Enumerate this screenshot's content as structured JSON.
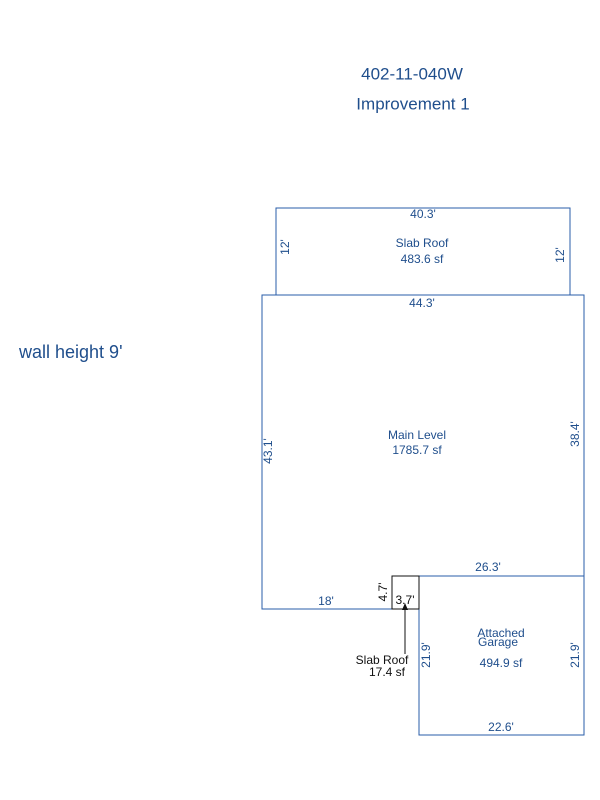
{
  "header": {
    "parcel_id": "402-11-040W",
    "improvement": "Improvement 1"
  },
  "notes": {
    "wall_height": "wall height 9'"
  },
  "areas": {
    "slab_roof_top": {
      "name": "Slab Roof",
      "area": "483.6 sf",
      "top_dim": "40.3'",
      "left_dim": "12'",
      "right_dim": "12'"
    },
    "main_level": {
      "name": "Main Level",
      "area": "1785.7 sf",
      "top_dim": "44.3'",
      "left_dim": "43.1'",
      "right_dim": "38.4'",
      "bottom_dim": "18'"
    },
    "slab_roof_small": {
      "name": "Slab Roof",
      "area": "17.4 sf",
      "height_dim": "4.7'",
      "width_dim": "3.7'"
    },
    "garage": {
      "name_line1": "Attached",
      "name_line2": "Garage",
      "area": "494.9 sf",
      "top_dim": "26.3'",
      "left_dim": "21.9'",
      "right_dim": "21.9'",
      "bottom_dim": "22.6'"
    }
  },
  "colors": {
    "outline": "#2a5ca8",
    "text": "#1f4e8c",
    "small_box": "#111111"
  }
}
